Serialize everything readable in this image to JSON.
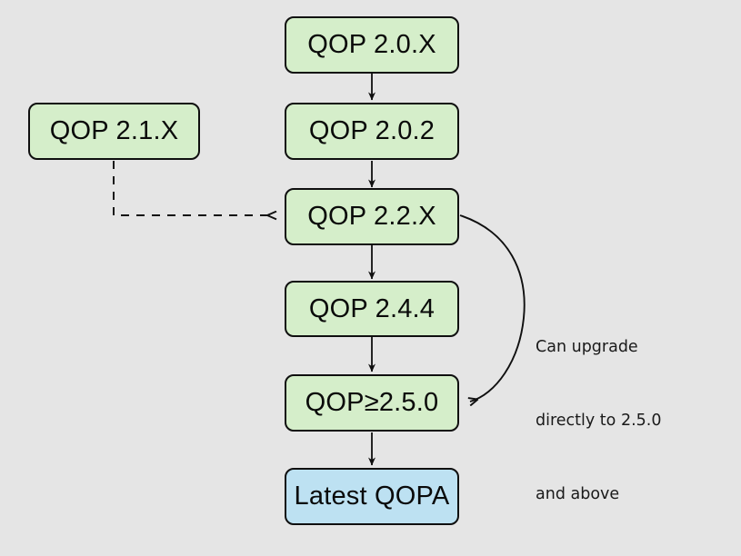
{
  "diagram": {
    "title": "QOP upgrade path flowchart",
    "background_color": "#e5e5e5",
    "node_fill_green": "#d5eeca",
    "node_fill_blue": "#bde1f2",
    "node_stroke": "#0f0f0f",
    "nodes": [
      {
        "id": "qop20x",
        "label": "QOP 2.0.X",
        "color": "green"
      },
      {
        "id": "qop202",
        "label": "QOP 2.0.2",
        "color": "green"
      },
      {
        "id": "qop21x",
        "label": "QOP 2.1.X",
        "color": "green"
      },
      {
        "id": "qop22x",
        "label": "QOP 2.2.X",
        "color": "green"
      },
      {
        "id": "qop244",
        "label": "QOP 2.4.4",
        "color": "green"
      },
      {
        "id": "qop250",
        "label": "QOP≥2.5.0",
        "color": "green"
      },
      {
        "id": "latest",
        "label": "Latest QOPA",
        "color": "blue"
      }
    ],
    "edges": [
      {
        "from": "qop20x",
        "to": "qop202",
        "style": "solid"
      },
      {
        "from": "qop202",
        "to": "qop22x",
        "style": "solid"
      },
      {
        "from": "qop21x",
        "to": "qop22x",
        "style": "dashed"
      },
      {
        "from": "qop22x",
        "to": "qop244",
        "style": "solid"
      },
      {
        "from": "qop244",
        "to": "qop250",
        "style": "solid"
      },
      {
        "from": "qop250",
        "to": "latest",
        "style": "solid"
      },
      {
        "from": "qop22x",
        "to": "qop250",
        "style": "curved"
      }
    ],
    "annotation": {
      "line1": "Can upgrade",
      "line2": "directly to 2.5.0",
      "line3": "and above"
    }
  }
}
